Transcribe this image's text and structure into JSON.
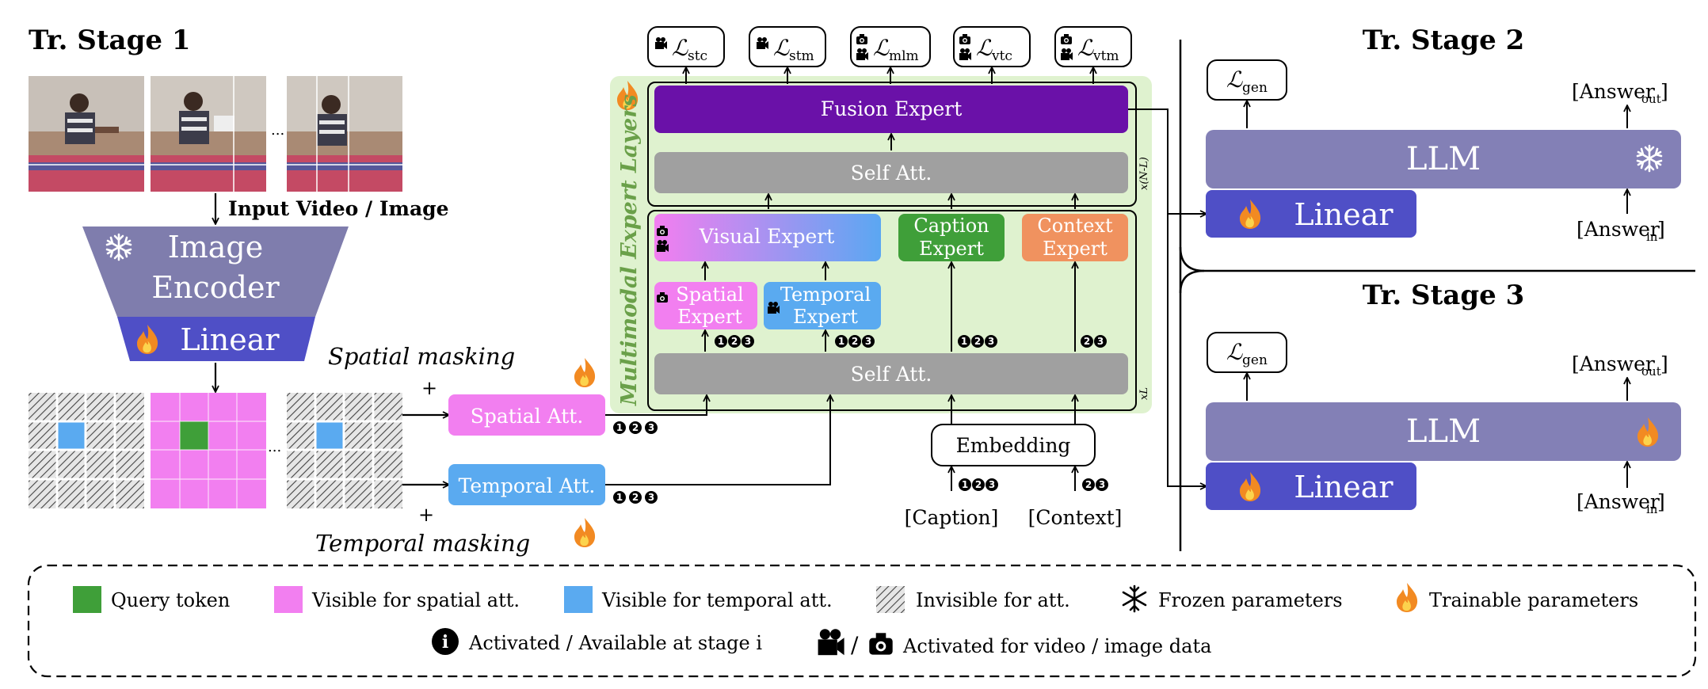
{
  "stages": {
    "stage1": "Tr. Stage 1",
    "stage2": "Tr. Stage 2",
    "stage3": "Tr. Stage 3"
  },
  "encoder": {
    "input_label": "Input Video / Image",
    "image_encoder_line1": "Image",
    "image_encoder_line2": "Encoder",
    "linear": "Linear",
    "ellipsis": "..."
  },
  "masking": {
    "spatial_label": "Spatial masking",
    "temporal_label": "Temporal masking",
    "plus": "+",
    "spatial_att": "Spatial Att.",
    "temporal_att": "Temporal Att.",
    "stages_123": "123",
    "stages_23": "23"
  },
  "mel": {
    "title": "Multimodal Expert Layers",
    "fusion_expert": "Fusion Expert",
    "self_att_top": "Self Att.",
    "self_att_bottom": "Self Att.",
    "visual_expert": "Visual Expert",
    "caption_expert_1": "Caption",
    "caption_expert_2": "Expert",
    "context_expert_1": "Context",
    "context_expert_2": "Expert",
    "spatial_expert_1": "Spatial",
    "spatial_expert_2": "Expert",
    "temporal_expert_1": "Temporal",
    "temporal_expert_2": "Expert",
    "repeat_top": "x(N-L)",
    "repeat_bottom": "xL",
    "embedding": "Embedding",
    "caption_input": "[Caption]",
    "context_input": "[Context]"
  },
  "losses": [
    {
      "name": "L",
      "sub": "stc",
      "icon": "video-camera-icon"
    },
    {
      "name": "L",
      "sub": "stm",
      "icon": "video-camera-icon"
    },
    {
      "name": "L",
      "sub": "mlm",
      "icon": "camera-video-icon"
    },
    {
      "name": "L",
      "sub": "vtc",
      "icon": "camera-video-icon"
    },
    {
      "name": "L",
      "sub": "vtm",
      "icon": "camera-video-icon"
    }
  ],
  "stage2": {
    "loss_name": "L",
    "loss_sub": "gen",
    "answer_out": "[Answer",
    "answer_out_sub": "out",
    "answer_in": "[Answer",
    "answer_in_sub": "in",
    "bracket_close": "]",
    "llm": "LLM",
    "linear": "Linear"
  },
  "stage3": {
    "loss_name": "L",
    "loss_sub": "gen",
    "answer_out": "[Answer",
    "answer_out_sub": "out",
    "answer_in": "[Answer",
    "answer_in_sub": "in",
    "bracket_close": "]",
    "llm": "LLM",
    "linear": "Linear"
  },
  "legend": {
    "query_token": "Query token",
    "visible_spatial": "Visible for spatial att.",
    "visible_temporal": "Visible for temporal att.",
    "invisible": "Invisible for att.",
    "frozen": "Frozen parameters",
    "trainable": "Trainable parameters",
    "activated_stage": "Activated / Available at stage i",
    "activated_stage_symbol": "i",
    "activated_data": "Activated for video / image data",
    "slash": "/"
  },
  "colors": {
    "encoder": "#7f7dad",
    "linear": "#4f4fc6",
    "fusion": "#6a11a8",
    "self_att": "#a0a0a0",
    "visual_grad_start": "#f37ef0",
    "visual_grad_end": "#5ba7f2",
    "caption": "#3f9f39",
    "context": "#f0925f",
    "spatial_pink": "#f27ff0",
    "temporal_blue": "#5aaaf0",
    "mel_bg": "#dff2cf",
    "llm": "#8380b6",
    "query": "#3f9f39"
  }
}
